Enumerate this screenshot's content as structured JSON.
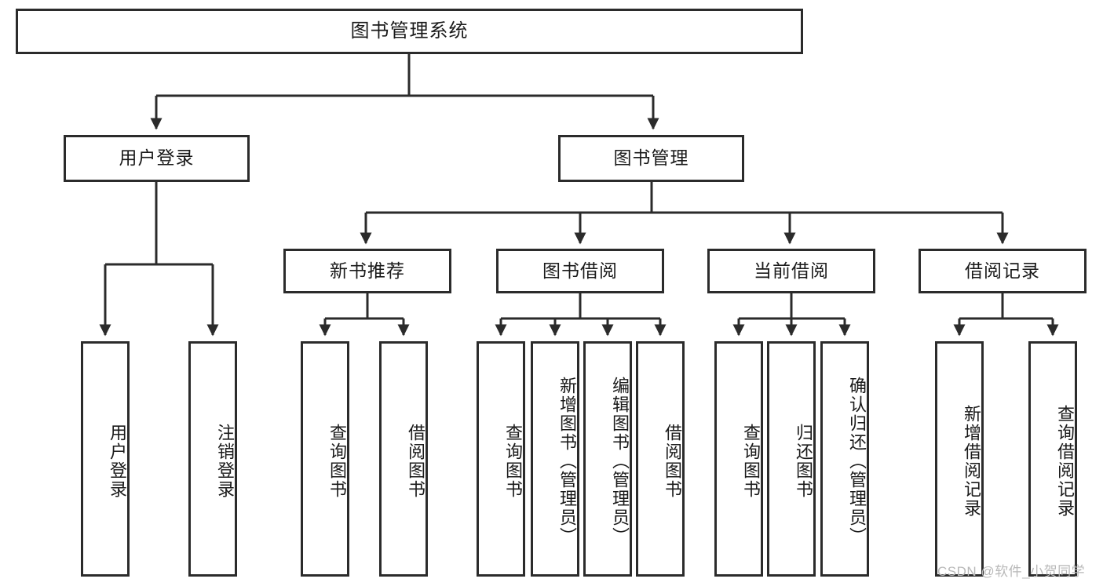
{
  "diagram": {
    "title": "图书管理系统",
    "type": "hierarchy-tree",
    "root": {
      "label": "图书管理系统"
    },
    "level2": [
      {
        "label": "用户登录"
      },
      {
        "label": "图书管理"
      }
    ],
    "level3": [
      {
        "label": "新书推荐"
      },
      {
        "label": "图书借阅"
      },
      {
        "label": "当前借阅"
      },
      {
        "label": "借阅记录"
      }
    ],
    "leaves": {
      "user_login": [
        {
          "label": "用户登录"
        },
        {
          "label": "注销登录"
        }
      ],
      "new_book_recommend": [
        {
          "label": "查询图书"
        },
        {
          "label": "借阅图书"
        }
      ],
      "book_borrow": [
        {
          "label": "查询图书"
        },
        {
          "label": "新增图书（管理员）"
        },
        {
          "label": "编辑图书（管理员）"
        },
        {
          "label": "借阅图书"
        }
      ],
      "current_borrow": [
        {
          "label": "查询图书"
        },
        {
          "label": "归还图书"
        },
        {
          "label": "确认归还（管理员）"
        }
      ],
      "borrow_record": [
        {
          "label": "新增借阅记录"
        },
        {
          "label": "查询借阅记录"
        }
      ]
    },
    "watermark": "CSDN @软件_小贺同学",
    "colors": {
      "border": "#2b2b2b",
      "background": "#ffffff",
      "text": "#1a1a1a",
      "watermark": "#b8b8b8"
    }
  }
}
